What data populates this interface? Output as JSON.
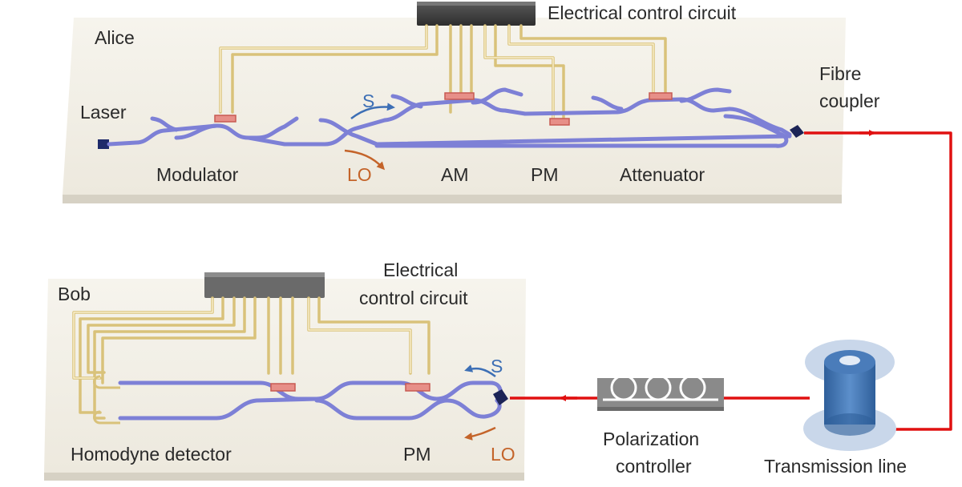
{
  "alice": {
    "title": "Alice",
    "circuit_label": "Electrical control circuit",
    "laser": "Laser",
    "modulator": "Modulator",
    "signal": "S",
    "local_oscillator": "LO",
    "am": "AM",
    "pm": "PM",
    "attenuator": "Attenuator",
    "coupler_line1": "Fibre",
    "coupler_line2": "coupler"
  },
  "bob": {
    "title": "Bob",
    "circuit_line1": "Electrical",
    "circuit_line2": "control circuit",
    "signal": "S",
    "local_oscillator": "LO",
    "homodyne": "Homodyne detector",
    "pm": "PM"
  },
  "link": {
    "polarization_line1": "Polarization",
    "polarization_line2": "controller",
    "transmission": "Transmission line"
  },
  "colors": {
    "waveguide": "#7d80d6",
    "fibre": "#e01010",
    "wire": "#d9c27a",
    "signal": "#3d6fb5",
    "local_oscillator": "#c4642a",
    "chip": "#f2efe6",
    "heater": "#e78f88"
  }
}
